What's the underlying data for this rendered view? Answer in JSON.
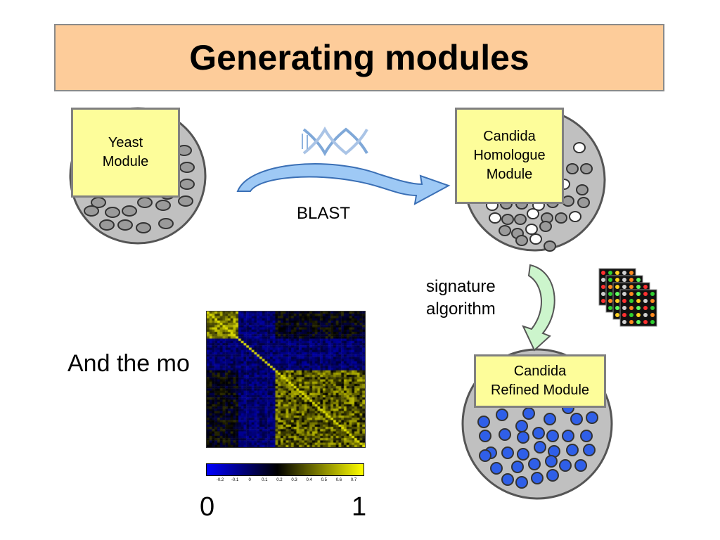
{
  "title": "Generating modules",
  "yeast_module": {
    "label_line1": "Yeast",
    "label_line2": "Module"
  },
  "candida_homologue_module": {
    "label_line1": "Candida",
    "label_line2": "Homologue",
    "label_line3": "Module"
  },
  "candida_refined_module": {
    "label_line1": "Candida",
    "label_line2": "Refined Module"
  },
  "blast_label": "BLAST",
  "signature_label": {
    "line1": "signature",
    "line2": "algorithm"
  },
  "partial_text": "And the mo",
  "heatmap": {
    "colormap": [
      "#0000ff",
      "#000000",
      "#ffff00"
    ],
    "scale_ticks": [
      "-0.2",
      "-0.1",
      "0",
      "0.1",
      "0.2",
      "0.3",
      "0.4",
      "0.5",
      "0.6",
      "0.7"
    ],
    "scale_min_label": "0",
    "scale_max_label": "1"
  },
  "colors": {
    "title_bg": "#fdcc9a",
    "note_bg": "#fdfd9a",
    "circle_fill": "#c0c0c0",
    "gene_gray": "#9a9a9a",
    "gene_blue": "#2f5fe8",
    "blast_arrow": "#9ec9f5",
    "signature_arrow": "#ccf5cc"
  }
}
